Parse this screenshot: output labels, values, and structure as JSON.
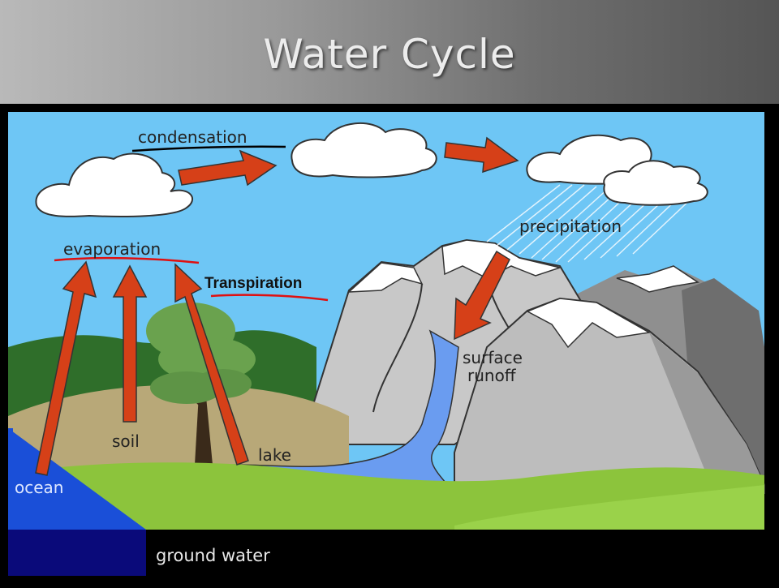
{
  "slide": {
    "title": "Water Cycle"
  },
  "labels": {
    "condensation": "condensation",
    "evaporation": "evaporation",
    "transpiration": "Transpiration",
    "precipitation": "precipitation",
    "surface_runoff_line1": "surface",
    "surface_runoff_line2": "runoff",
    "soil": "soil",
    "lake": "lake",
    "ocean": "ocean",
    "ground_water": "ground water"
  },
  "colors": {
    "sky": "#6ec6f5",
    "arrow": "#d64018",
    "mountain": "#c8c8c8",
    "snow": "#ffffff",
    "grass": "#8cc43c",
    "ocean": "#1a4fd8",
    "lake": "#6a9cf0",
    "ground_water": "#0a0a7a",
    "underline_condensation": "#000000",
    "underline_red": "#e01010"
  }
}
